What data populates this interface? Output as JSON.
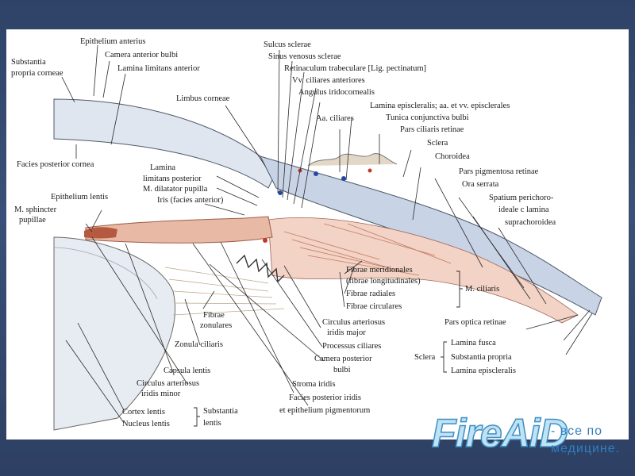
{
  "diagram": {
    "labels": {
      "epithelium_anterius": "Epithelium anterius",
      "substantia_propria_corneae_1": "Substantia",
      "substantia_propria_corneae_2": "propria corneae",
      "camera_anterior_bulbi": "Camera anterior bulbi",
      "lamina_limitans_anterior": "Lamina limitans anterior",
      "limbus_corneae": "Limbus corneae",
      "facies_posterior_cornea": "Facies posterior cornea",
      "lamina_limitans_posterior_1": "Lamina",
      "lamina_limitans_posterior_2": "limitans posterior",
      "m_dilatator_pupilla": "M. dilatator pupilla",
      "iris_facies_anterior": "Iris (facies anterior)",
      "epithelium_lentis": "Epithelium lentis",
      "m_sphincter_1": "M. sphincter",
      "m_sphincter_2": "pupillae",
      "sulcus_sclerae": "Sulcus sclerae",
      "sinus_venosus_sclerae": "Sinus venosus sclerae",
      "retinaculum": "Retinaculum trabeculare [Lig. pectinatum]",
      "vv_ciliares": "Vv. ciliares anteriores",
      "angulus": "Angulus iridocornealis",
      "aa_ciliares": "Aa. ciliares",
      "lamina_episcleralis_aa": "Lamina episcleralis; aa. et vv. episclerales",
      "tunica_conjunctiva": "Tunica conjunctiva bulbi",
      "pars_ciliaris_retinae": "Pars ciliaris retinae",
      "sclera": "Sclera",
      "choroidea": "Choroidea",
      "pars_pigmentosa": "Pars pigmentosa retinae",
      "ora_serrata": "Ora serrata",
      "spatium_1": "Spatium perichoro-",
      "spatium_2": "ideale c lamina",
      "spatium_3": "suprachoroidea",
      "fibrae_meridionales": "Fibrae meridionales",
      "fibrae_longitudinales": "(fibrae longitudinales)",
      "fibrae_radiales": "Fibrae radiales",
      "fibrae_circulares": "Fibrae circulares",
      "m_ciliaris": "M. ciliaris",
      "pars_optica": "Pars optica retinae",
      "circulus_major_1": "Circulus arteriosus",
      "circulus_major_2": "iridis major",
      "processus_ciliares": "Processus ciliares",
      "camera_posterior_1": "Camera posterior",
      "camera_posterior_2": "bulbi",
      "stroma_iridis": "Stroma iridis",
      "facies_posterior_iridis_1": "Facies posterior iridis",
      "facies_posterior_iridis_2": "et epithelium pigmentorum",
      "fibrae_zonulares_1": "Fibrae",
      "fibrae_zonulares_2": "zonulares",
      "zonula_ciliaris": "Zonula ciliaris",
      "capsula_lentis": "Capsula lentis",
      "circulus_minor_1": "Circulus arteriosus",
      "circulus_minor_2": "iridis minor",
      "cortex_lentis": "Cortex lentis",
      "nucleus_lentis": "Nucleus lentis",
      "substantia_lentis_1": "Substantia",
      "substantia_lentis_2": "lentis",
      "sclera_group": "Sclera",
      "lamina_fusca": "Lamina fusca",
      "substantia_propria": "Substantia propria",
      "lamina_episcleralis": "Lamina episcleralis"
    }
  },
  "logo": {
    "word": "FireAiD",
    "tagline": "- все по медицине."
  },
  "colors": {
    "background": "#34496f",
    "cornea": "#dfe6ef",
    "iris": "#e8b9a4",
    "muscle": "#d98f78",
    "sclera": "#c9d3e6",
    "logo": "#3f8fc4"
  }
}
